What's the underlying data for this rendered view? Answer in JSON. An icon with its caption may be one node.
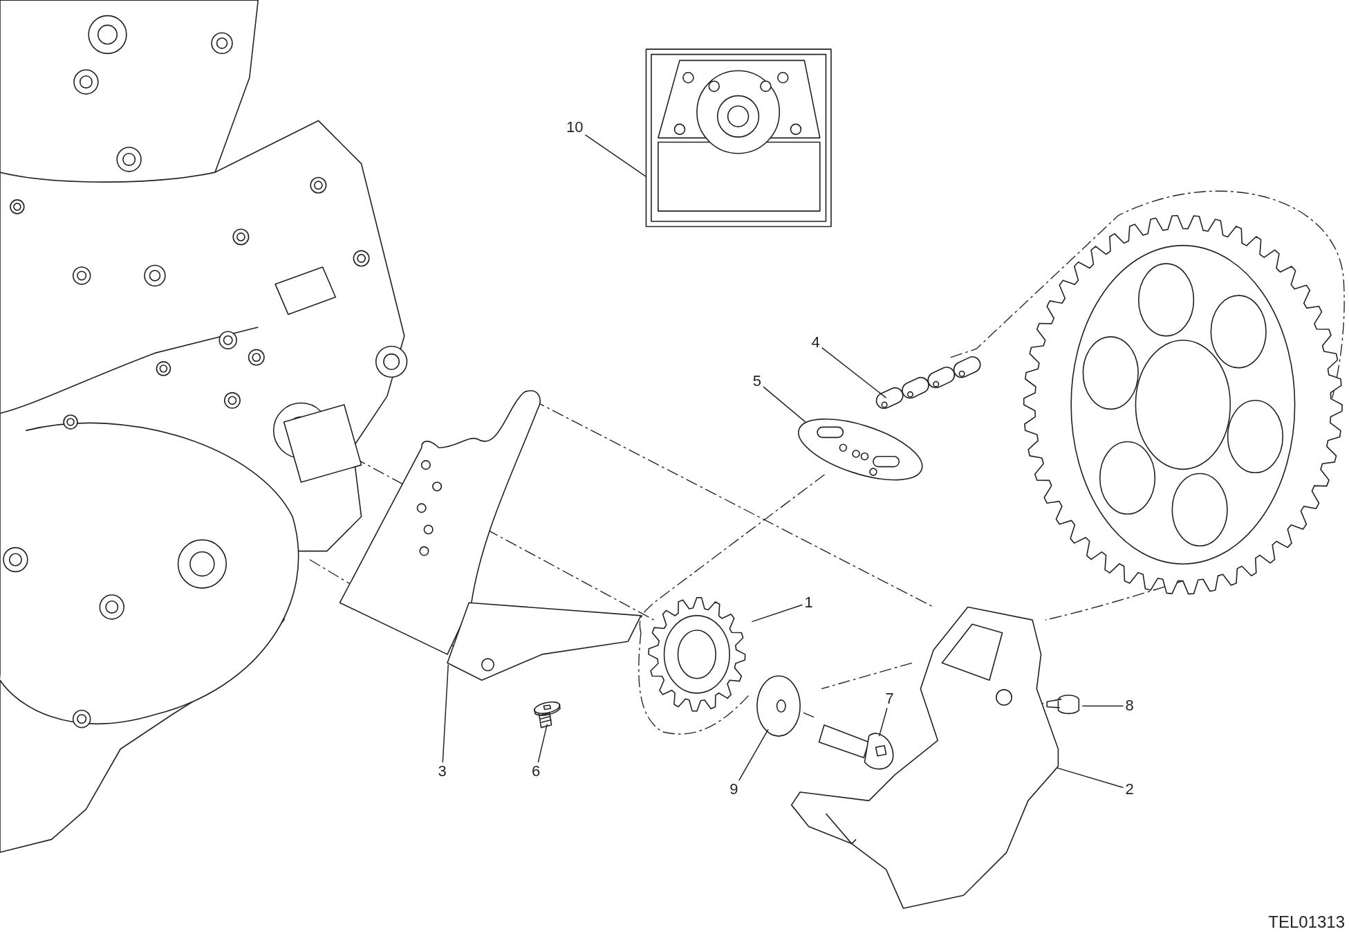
{
  "diagram": {
    "nodes": [
      {
        "text": [
          "10"
        ]
      },
      {
        "text": [
          "4"
        ]
      },
      {
        "text": [
          "5"
        ]
      },
      {
        "text": [
          "1"
        ]
      },
      {
        "text": [
          "3"
        ]
      },
      {
        "text": [
          "6"
        ]
      },
      {
        "text": [
          "9"
        ]
      },
      {
        "text": [
          "7"
        ]
      },
      {
        "text": [
          "8"
        ]
      },
      {
        "text": [
          "2"
        ]
      },
      {
        "text": [],
        "shape": "picture"
      },
      {
        "text": [],
        "shape": "picture"
      },
      {
        "text": [],
        "shape": "picture"
      },
      {
        "text": [],
        "shape": "picture"
      },
      {
        "text": [],
        "shape": "picture"
      },
      {
        "text": [],
        "shape": "picture"
      },
      {
        "text": [],
        "shape": "picture"
      },
      {
        "text": [],
        "shape": "picture"
      },
      {
        "text": [],
        "shape": "picture"
      },
      {
        "text": [],
        "shape": "picture"
      }
    ],
    "edges": [
      {
        "from": 0,
        "to": 10,
        "arrow": "none"
      },
      {
        "from": 1,
        "to": 11,
        "arrow": "none"
      },
      {
        "from": 2,
        "to": 12,
        "arrow": "none"
      },
      {
        "from": 3,
        "to": 13,
        "arrow": "none"
      },
      {
        "from": 4,
        "to": 14,
        "arrow": "none"
      },
      {
        "from": 5,
        "to": 15,
        "arrow": "none"
      },
      {
        "from": 6,
        "to": 16,
        "arrow": "none"
      },
      {
        "from": 7,
        "to": 17,
        "arrow": "none"
      },
      {
        "from": 8,
        "to": 18,
        "arrow": "none"
      },
      {
        "from": 9,
        "to": 19,
        "arrow": "none"
      }
    ],
    "labels": [
      "TEL01313"
    ]
  }
}
